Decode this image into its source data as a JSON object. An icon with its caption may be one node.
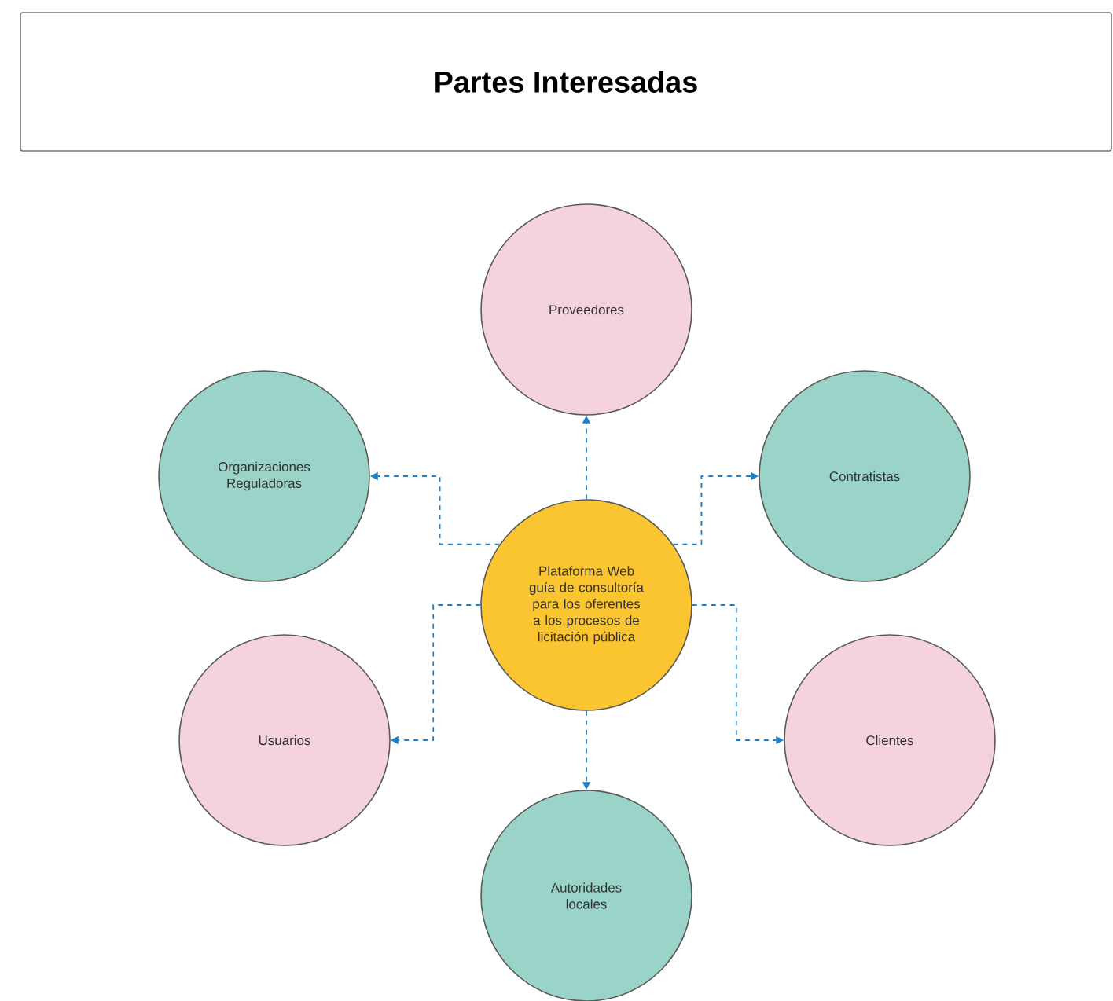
{
  "diagram": {
    "title": "Partes  Interesadas",
    "nodes": [
      {
        "text": [
          "Plataforma Web guía de consultoría para los oferentes a los procesos de licitación pública"
        ]
      },
      {
        "text": [
          "Proveedores"
        ]
      },
      {
        "text": [
          "Organizaciones Reguladoras"
        ]
      },
      {
        "text": [
          "Contratistas"
        ]
      },
      {
        "text": [
          "Usuarios"
        ]
      },
      {
        "text": [
          "Clientes"
        ]
      },
      {
        "text": [
          "Autoridades locales"
        ]
      }
    ],
    "edges": [
      {
        "from": 0,
        "to": 1,
        "arrow": "to",
        "style": "dashed"
      },
      {
        "from": 0,
        "to": 2,
        "arrow": "to",
        "style": "dashed"
      },
      {
        "from": 0,
        "to": 3,
        "arrow": "to",
        "style": "dashed"
      },
      {
        "from": 0,
        "to": 4,
        "arrow": "to",
        "style": "dashed"
      },
      {
        "from": 0,
        "to": 5,
        "arrow": "to",
        "style": "dashed"
      },
      {
        "from": 0,
        "to": 6,
        "arrow": "to",
        "style": "dashed"
      }
    ]
  }
}
